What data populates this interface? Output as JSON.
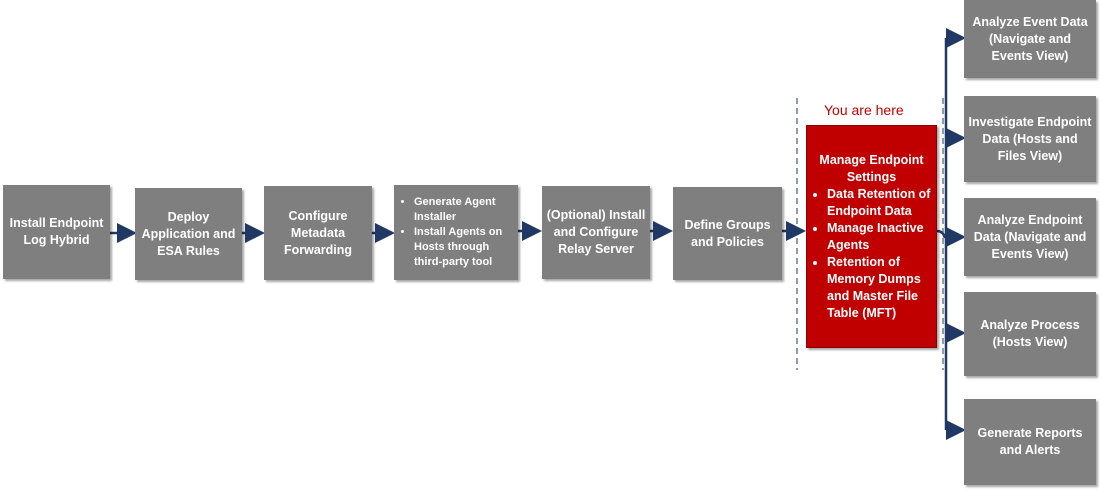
{
  "you_are_here": "You are here",
  "steps": [
    {
      "label": "Install Endpoint Log Hybrid"
    },
    {
      "label": "Deploy Application and ESA Rules"
    },
    {
      "label": "Configure Metadata Forwarding"
    },
    {
      "items": [
        "Generate Agent Installer",
        "Install Agents on Hosts through third-party tool"
      ]
    },
    {
      "label": "(Optional) Install and Configure Relay Server"
    },
    {
      "label": "Define Groups and Policies"
    }
  ],
  "current": {
    "title": "Manage Endpoint Settings",
    "items": [
      "Data Retention of Endpoint Data",
      "Manage Inactive Agents",
      "Retention of Memory Dumps and Master File Table (MFT)"
    ]
  },
  "outcomes": [
    "Analyze Event Data (Navigate and Events View)",
    "Investigate Endpoint Data (Hosts and Files View)",
    "Analyze Endpoint Data (Navigate and Events View)",
    "Analyze Process (Hosts View)",
    "Generate Reports and Alerts"
  ],
  "colors": {
    "box": "#7f7f7f",
    "current": "#c00000",
    "arrow": "#1f3864"
  }
}
